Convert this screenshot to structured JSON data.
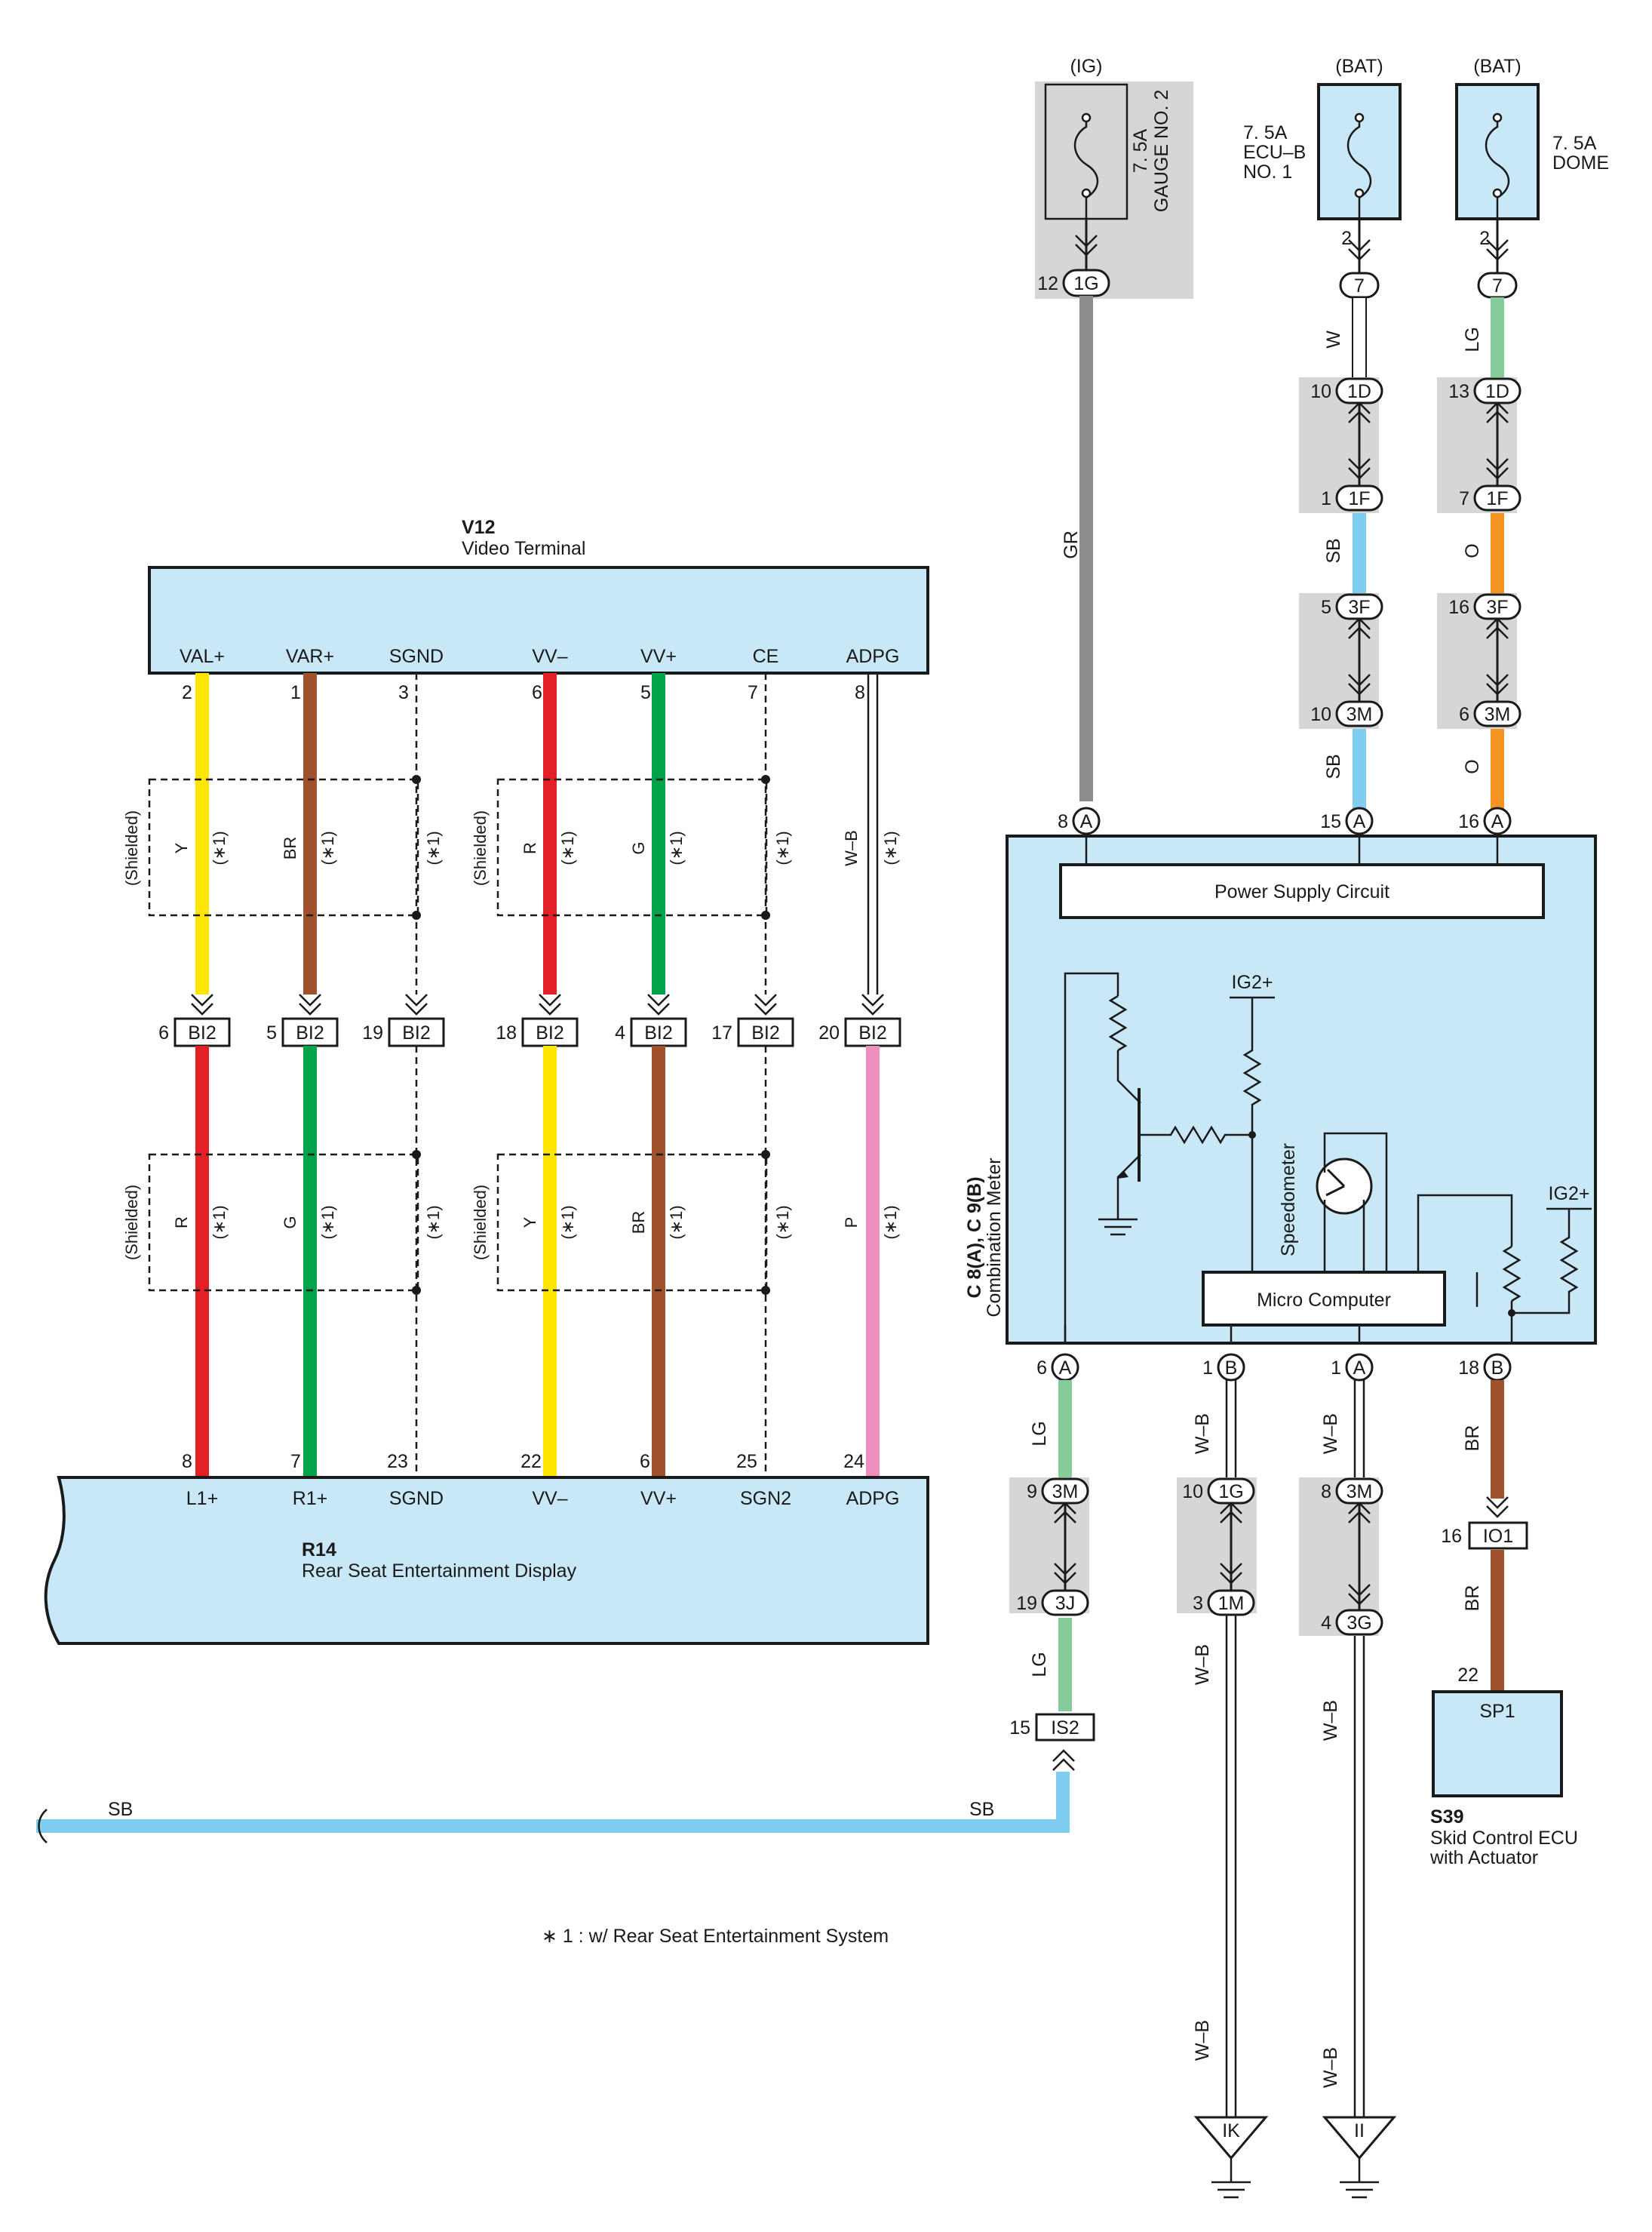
{
  "colors": {
    "Y": "#ffe600",
    "BR": "#a0522d",
    "R": "#e32027",
    "G": "#00a34a",
    "W": "#ffffff",
    "GR": "#8c8c8c",
    "SB": "#7fcdf0",
    "LG": "#86cc9a",
    "O": "#f59420",
    "P": "#ef8fc0",
    "component_fill": "#c8e8f8",
    "splice_fill": "#d6d6d6"
  },
  "fuses": [
    {
      "supply": "(IG)",
      "rating": "7. 5A",
      "name": "GAUGE NO. 2",
      "pin": "12",
      "conn": "1G"
    },
    {
      "supply": "(BAT)",
      "rating": "7. 5A",
      "name_l1": "ECU–B",
      "name_l2": "NO. 1",
      "pin": "2",
      "conn": "7"
    },
    {
      "supply": "(BAT)",
      "rating": "7. 5A",
      "name": "DOME",
      "pin": "2",
      "conn": "7"
    }
  ],
  "v12": {
    "code": "V12",
    "name": "Video Terminal",
    "terminals": [
      "VAL+",
      "VAR+",
      "SGND",
      "VV–",
      "VV+",
      "CE",
      "ADPG"
    ],
    "pins": [
      "2",
      "1",
      "3",
      "6",
      "5",
      "7",
      "8"
    ]
  },
  "upper_wires": {
    "labels": [
      "Y",
      "BR",
      "R",
      "G",
      "W–B"
    ],
    "note": "(∗1)",
    "shield": "(Shielded)"
  },
  "bi2": {
    "name": "BI2",
    "pins": [
      "6",
      "5",
      "19",
      "18",
      "4",
      "17",
      "20"
    ]
  },
  "lower_wires": {
    "labels": [
      "R",
      "G",
      "Y",
      "BR",
      "P"
    ]
  },
  "r14": {
    "code": "R14",
    "name": "Rear Seat Entertainment Display",
    "terminals": [
      "L1+",
      "R1+",
      "SGND",
      "VV–",
      "VV+",
      "SGN2",
      "ADPG"
    ],
    "pins": [
      "8",
      "7",
      "23",
      "22",
      "6",
      "25",
      "24"
    ]
  },
  "meter": {
    "code": "C 8(A), C 9(B)",
    "name": "Combination Meter",
    "power_supply": "Power Supply Circuit",
    "micro": "Micro Computer",
    "speedometer": "Speedometer",
    "ig2": "IG2+",
    "top_pins": [
      {
        "pin": "8",
        "conn": "A"
      },
      {
        "pin": "15",
        "conn": "A"
      },
      {
        "pin": "16",
        "conn": "A"
      }
    ],
    "bottom_pins": [
      {
        "pin": "6",
        "conn": "A"
      },
      {
        "pin": "1",
        "conn": "B"
      },
      {
        "pin": "1",
        "conn": "A"
      },
      {
        "pin": "18",
        "conn": "B"
      }
    ]
  },
  "right_wires": {
    "gr": "GR",
    "w": "W",
    "lg": "LG",
    "sb": "SB",
    "o": "O",
    "br": "BR",
    "wb": "W–B"
  },
  "junctions": {
    "col2": [
      {
        "pin": "10",
        "conn": "1D"
      },
      {
        "pin": "1",
        "conn": "1F"
      },
      {
        "pin": "5",
        "conn": "3F"
      },
      {
        "pin": "10",
        "conn": "3M"
      }
    ],
    "col3": [
      {
        "pin": "13",
        "conn": "1D"
      },
      {
        "pin": "7",
        "conn": "1F"
      },
      {
        "pin": "16",
        "conn": "3F"
      },
      {
        "pin": "6",
        "conn": "3M"
      }
    ],
    "lg": [
      {
        "pin": "9",
        "conn": "3M"
      },
      {
        "pin": "19",
        "conn": "3J"
      }
    ],
    "wb1": [
      {
        "pin": "10",
        "conn": "1G"
      },
      {
        "pin": "3",
        "conn": "1M"
      }
    ],
    "wb2": [
      {
        "pin": "8",
        "conn": "3M"
      },
      {
        "pin": "4",
        "conn": "3G"
      }
    ]
  },
  "io1": {
    "name": "IO1",
    "pin": "16"
  },
  "is2": {
    "name": "IS2",
    "pin": "15"
  },
  "s39": {
    "code": "S39",
    "name_l1": "Skid Control ECU",
    "name_l2": "with Actuator",
    "terminal": "SP1",
    "pin": "22"
  },
  "grounds": [
    "IK",
    "II"
  ],
  "footnote": "∗ 1 : w/ Rear Seat Entertainment System"
}
